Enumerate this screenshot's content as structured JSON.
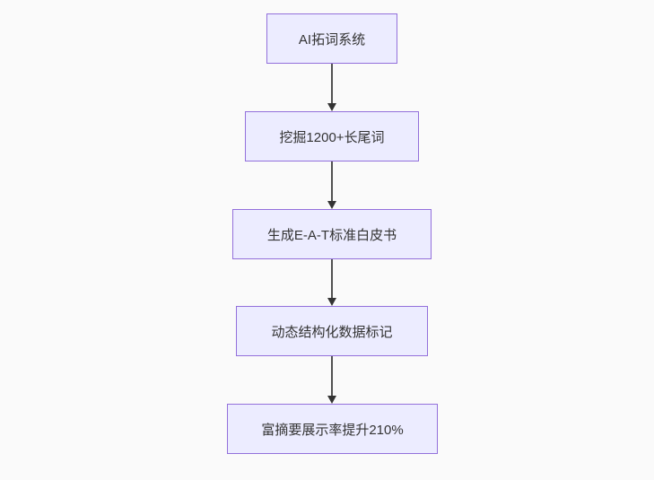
{
  "diagram": {
    "type": "flowchart",
    "direction": "top-down",
    "colors": {
      "background": "#fafafa",
      "node-fill": "#ececff",
      "node-border": "#9370db",
      "arrow": "#333333",
      "text": "#333333"
    },
    "nodes": [
      {
        "id": "A",
        "label": "AI拓词系统"
      },
      {
        "id": "B",
        "label": "挖掘1200+长尾词"
      },
      {
        "id": "C",
        "label": "生成E-A-T标准白皮书"
      },
      {
        "id": "D",
        "label": "动态结构化数据标记"
      },
      {
        "id": "E",
        "label": "富摘要展示率提升210%"
      }
    ],
    "edges": [
      {
        "from": "A",
        "to": "B"
      },
      {
        "from": "B",
        "to": "C"
      },
      {
        "from": "C",
        "to": "D"
      },
      {
        "from": "D",
        "to": "E"
      }
    ]
  }
}
